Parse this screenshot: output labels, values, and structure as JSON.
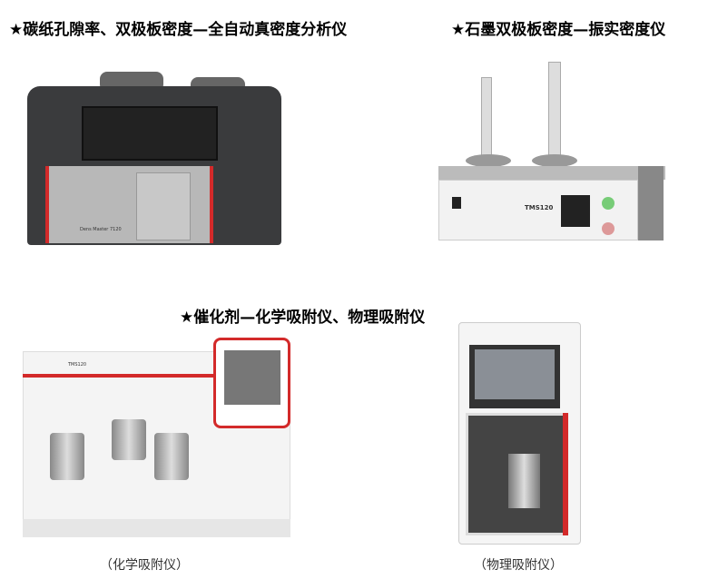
{
  "headings": {
    "carbon_paper": "★碳纸孔隙率、双极板密度—全自动真密度分析仪",
    "graphite_plate": "★石墨双极板密度—振实密度仪",
    "catalyst": "★催化剂—化学吸附仪、物理吸附仪"
  },
  "captions": {
    "chemisorption": "（化学吸附仪）",
    "physisorption": "（物理吸附仪）"
  },
  "device_labels": {
    "true_density": "Dens Master 7120",
    "tap_density": "TMS120",
    "chemisorption": "TMS120"
  },
  "colors": {
    "accent_red": "#d32a2a",
    "dark_body": "#3a3b3d"
  }
}
